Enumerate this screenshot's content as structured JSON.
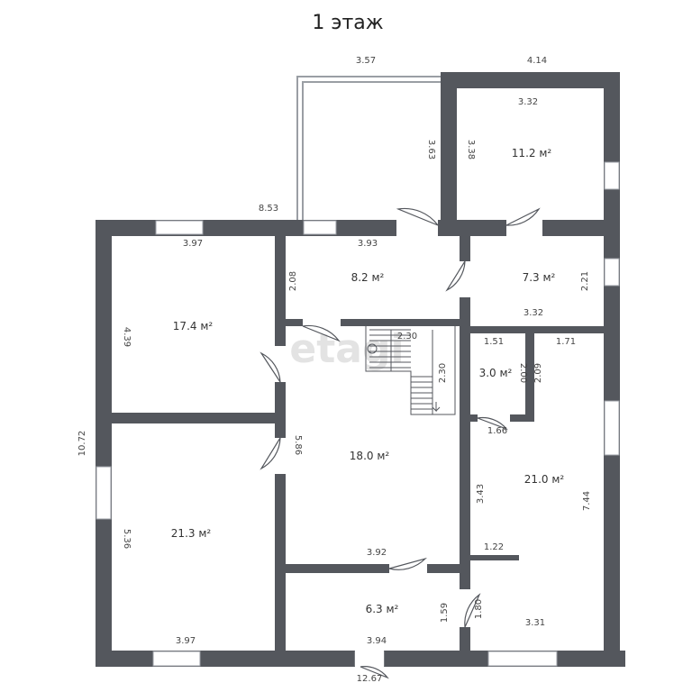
{
  "floor_title": "1 этаж",
  "watermark": "etagi",
  "colors": {
    "wall": "#54575d",
    "window": "#d9dde2",
    "background": "#ffffff",
    "text": "#333333"
  },
  "rooms": [
    {
      "id": "room-top-right",
      "area": "11.2 м²"
    },
    {
      "id": "room-vestibule",
      "area": "8.2 м²"
    },
    {
      "id": "room-right-small",
      "area": "7.3 м²"
    },
    {
      "id": "room-upper-left",
      "area": "17.4 м²"
    },
    {
      "id": "room-closet",
      "area": "3.0 м²"
    },
    {
      "id": "room-hall",
      "area": "18.0 м²"
    },
    {
      "id": "room-right-large",
      "area": "21.0 м²"
    },
    {
      "id": "room-lower-left",
      "area": "21.3 м²"
    },
    {
      "id": "room-bottom-small",
      "area": "6.3 м²"
    }
  ],
  "dimensions": {
    "top_porch": "3.57",
    "top_right_total": "4.14",
    "top_right_inner_width": "3.32",
    "top_right_height": "3.38",
    "porch_height": "3.63",
    "main_width_top": "8.53",
    "upper_left_width": "3.97",
    "vestibule_width": "3.93",
    "vestibule_height": "2.08",
    "right_small_height": "2.21",
    "right_small_width": "3.32",
    "upper_left_height": "4.39",
    "stair_top": "2.30",
    "stair_side": "2.30",
    "closet_width": "1.51",
    "right_large_top": "1.71",
    "closet_height": "2.00",
    "closet_side": "2.09",
    "closet_bottom": "1.66",
    "total_height": "10.72",
    "hall_height": "5.86",
    "right_large_inner_height": "3.43",
    "right_large_height": "7.44",
    "lower_left_height": "5.36",
    "partition": "1.22",
    "hall_bottom_width": "3.92",
    "bottom_small_left_height": "1.59",
    "bottom_small_right_height": "1.80",
    "lower_left_width": "3.97",
    "bottom_small_width": "3.94",
    "right_large_bottom": "3.31",
    "total_width": "12.67"
  }
}
